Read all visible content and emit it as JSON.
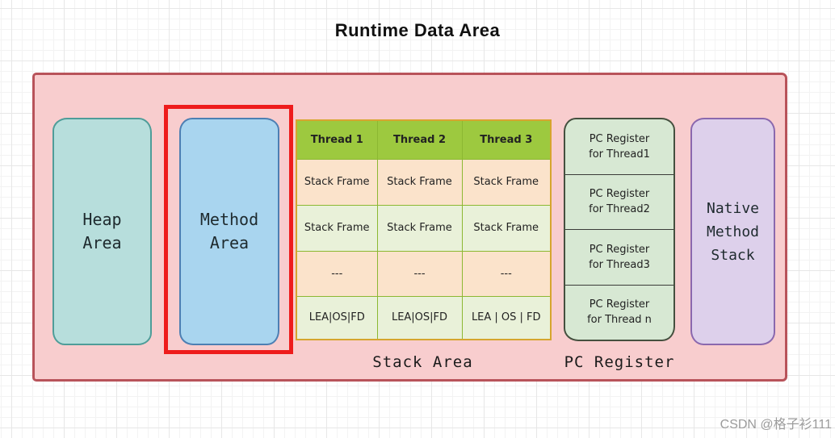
{
  "title": "Runtime Data Area",
  "heap": {
    "label": "Heap\nArea"
  },
  "method": {
    "label": "Method\nArea"
  },
  "native": {
    "label": "Native\nMethod\nStack"
  },
  "stack_table": {
    "headers": [
      "Thread 1",
      "Thread 2",
      "Thread 3"
    ],
    "rows": [
      [
        "Stack Frame",
        "Stack Frame",
        "Stack Frame"
      ],
      [
        "Stack Frame",
        "Stack Frame",
        "Stack Frame"
      ],
      [
        "---",
        "---",
        "---"
      ],
      [
        "LEA|OS|FD",
        "LEA|OS|FD",
        "LEA | OS | FD"
      ]
    ]
  },
  "pc_register": {
    "cells": [
      "PC Register\nfor Thread1",
      "PC Register\nfor Thread2",
      "PC Register\nfor Thread3",
      "PC Register\nfor Thread n"
    ]
  },
  "labels": {
    "stack_area": "Stack Area",
    "pc_register": "PC Register"
  },
  "watermark": "CSDN @格子衫111",
  "colors": {
    "container_fill": "#f8cdce",
    "container_border": "#b8535a",
    "heap_fill": "#b7dedc",
    "heap_border": "#4f9d99",
    "method_fill": "#a9d5ef",
    "method_border": "#4d7fb3",
    "highlight_red": "#ee1c1c",
    "table_header_green": "#9dc93f",
    "table_cell_border": "#8cb832",
    "table_outer_border": "#d6a52e",
    "row_peach": "#fbe3cb",
    "row_green": "#e9f1d9",
    "pc_fill": "#d7e8d3",
    "native_fill": "#ddd0eb",
    "native_border": "#8a68ae",
    "watermark_gray": "#9b9b9b"
  }
}
